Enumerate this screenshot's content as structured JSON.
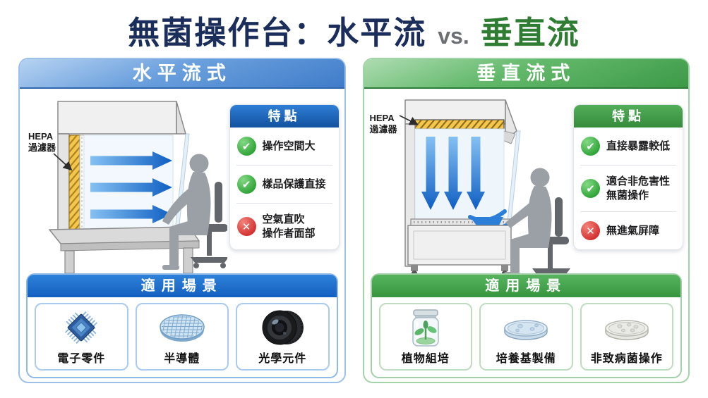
{
  "title": {
    "left": "無菌操作台：水平流",
    "vs": "vs.",
    "right": "垂直流"
  },
  "colors": {
    "title_navy": "#1b2d5b",
    "title_green": "#2e7d32",
    "vs_gray": "#6b6e72",
    "accent_blue": "#1565c0",
    "accent_green": "#43a047",
    "check_green": "#2ea336",
    "cross_red": "#d32f2f",
    "hepa_yellow": "#f4c64d",
    "airflow_blue": "#1565c0"
  },
  "glyphs": {
    "check": "✔",
    "cross": "✕"
  },
  "panels": {
    "left": {
      "header": "水平流式",
      "hepa": {
        "line1": "HEPA",
        "line2": "過濾器"
      },
      "features": {
        "title": "特點",
        "items": [
          {
            "icon": "check-icon",
            "text": "操作空間大"
          },
          {
            "icon": "check-icon",
            "text": "樣品保護直接"
          },
          {
            "icon": "cross-icon",
            "text": "空氣直吹\n操作者面部"
          }
        ]
      },
      "scenarios": {
        "title": "適用場景",
        "items": [
          {
            "icon": "microchip-icon",
            "label": "電子零件"
          },
          {
            "icon": "wafer-icon",
            "label": "半導體"
          },
          {
            "icon": "camera-lens-icon",
            "label": "光學元件"
          }
        ]
      }
    },
    "right": {
      "header": "垂直流式",
      "hepa": {
        "line1": "HEPA",
        "line2": "過濾器"
      },
      "features": {
        "title": "特點",
        "items": [
          {
            "icon": "check-icon",
            "text": "直接暴露較低"
          },
          {
            "icon": "check-icon",
            "text": "適合非危害性\n無菌操作"
          },
          {
            "icon": "cross-icon",
            "text": "無進氣屏障"
          }
        ]
      },
      "scenarios": {
        "title": "適用場景",
        "items": [
          {
            "icon": "plant-jar-icon",
            "label": "植物組培"
          },
          {
            "icon": "petri-dish-icon",
            "label": "培養基製備"
          },
          {
            "icon": "colony-dish-icon",
            "label": "非致病菌操作"
          }
        ]
      }
    }
  }
}
